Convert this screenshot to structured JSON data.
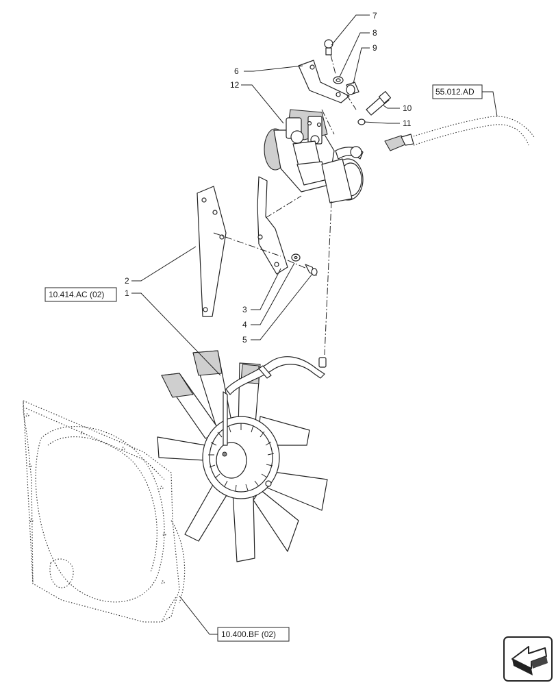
{
  "callouts": {
    "c1": "1",
    "c2": "2",
    "c3": "3",
    "c4": "4",
    "c5": "5",
    "c6": "6",
    "c7": "7",
    "c8": "8",
    "c9": "9",
    "c10": "10",
    "c11": "11",
    "c12": "12"
  },
  "references": {
    "harness": "55.012.AD",
    "fan_drive": "10.414.AC (02)",
    "shroud": "10.400.BF (02)"
  },
  "nav_icon": "next-page-arrow-icon"
}
